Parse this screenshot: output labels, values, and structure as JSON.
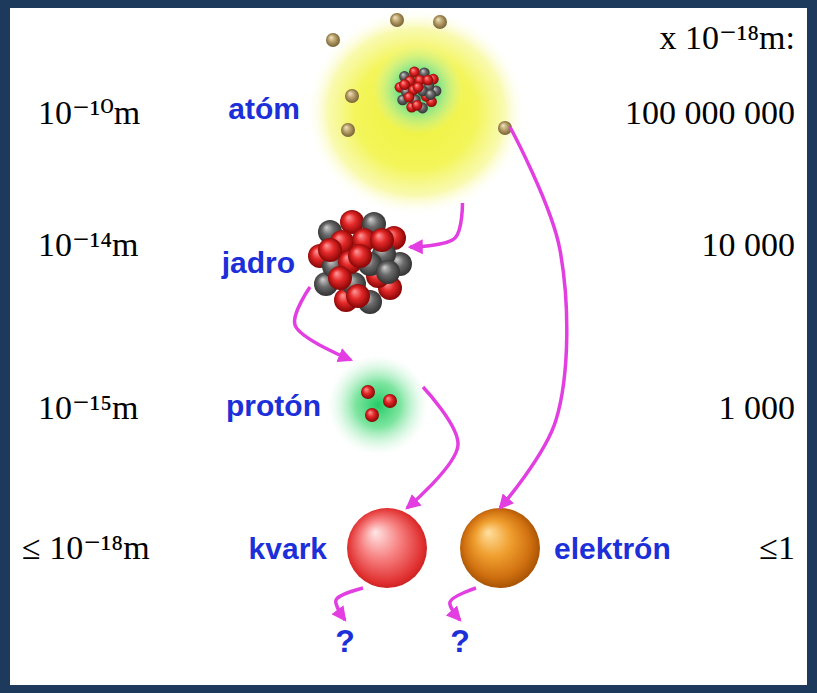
{
  "diagram": {
    "nodes": [
      {
        "text": [
          "atóm"
        ]
      },
      {
        "text": [
          "jadro"
        ]
      },
      {
        "text": [
          "protón"
        ]
      },
      {
        "text": [
          "kvark"
        ]
      },
      {
        "text": [
          "elektrón"
        ]
      },
      {
        "text": [
          "?"
        ]
      },
      {
        "text": [
          "?"
        ]
      }
    ],
    "edges": [
      {
        "from": 0,
        "to": 1,
        "arrow": "to"
      },
      {
        "from": 1,
        "to": 2,
        "arrow": "to"
      },
      {
        "from": 2,
        "to": 3,
        "arrow": "to"
      },
      {
        "from": 0,
        "to": 4,
        "arrow": "to"
      },
      {
        "from": 3,
        "to": 5,
        "arrow": "to"
      },
      {
        "from": 4,
        "to": 6,
        "arrow": "to"
      }
    ],
    "labels": [
      "x 10⁻¹⁸m:",
      "10⁻¹⁰m",
      "100 000 000",
      "10⁻¹⁴m",
      "10 000",
      "10⁻¹⁵m",
      "1 000",
      "≤ 10⁻¹⁸m",
      "≤1"
    ]
  }
}
